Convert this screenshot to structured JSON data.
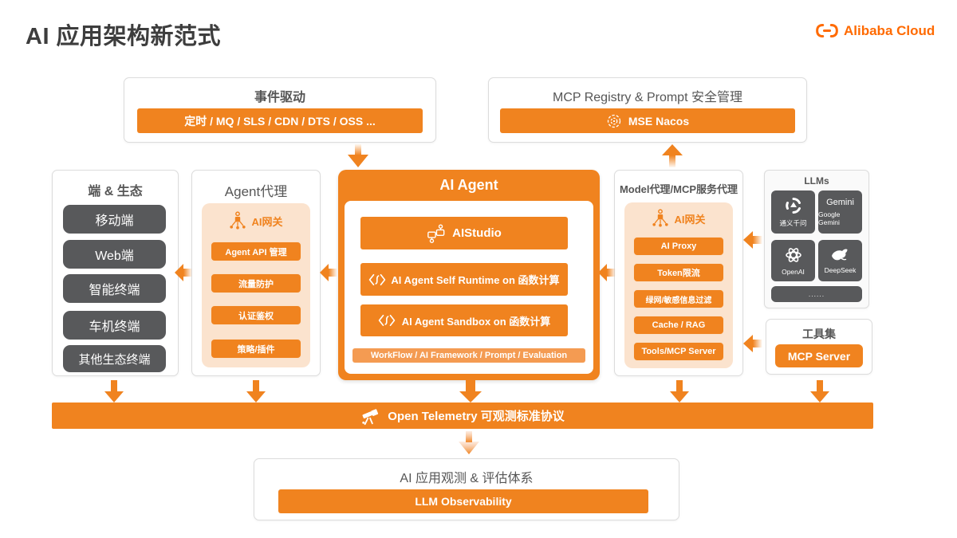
{
  "colors": {
    "orange": "#F0831F",
    "orange_light": "#F49B52",
    "peach_panel": "#FBE3CE",
    "dark_tile": "#58595B",
    "logo_orange": "#FF6A00",
    "title_text": "#3D3D3D",
    "box_border": "#DCDCDC"
  },
  "header": {
    "title": "AI 应用架构新范式",
    "logo": "Alibaba Cloud"
  },
  "event_driven": {
    "title": "事件驱动",
    "bar": "定时 / MQ / SLS / CDN / DTS / OSS ..."
  },
  "mcp_registry": {
    "title": "MCP Registry & Prompt 安全管理",
    "bar": "MSE Nacos"
  },
  "clients": {
    "title": "端 & 生态",
    "items": [
      "移动端",
      "Web端",
      "智能终端",
      "车机终端",
      "其他生态终端"
    ]
  },
  "agent_proxy": {
    "title": "Agent代理",
    "gateway": "AI网关",
    "items": [
      "Agent API 管理",
      "流量防护",
      "认证鉴权",
      "策略/插件"
    ]
  },
  "ai_agent": {
    "title": "AI Agent",
    "studio": "AIStudio",
    "runtime": "AI Agent Self Runtime on 函数计算",
    "sandbox": "AI Agent Sandbox on 函数计算",
    "footer": "WorkFlow / AI Framework / Prompt / Evaluation"
  },
  "model_proxy": {
    "title": "Model代理/MCP服务代理",
    "gateway": "AI网关",
    "items": [
      "AI Proxy",
      "Token限流",
      "绿网/敏感信息过滤",
      "Cache / RAG",
      "Tools/MCP Server"
    ]
  },
  "llms": {
    "title": "LLMs",
    "tiles": [
      {
        "label": "通义千问"
      },
      {
        "logo": "Gemini",
        "label": "Google Gemini"
      },
      {
        "label": "OpenAI"
      },
      {
        "label": "DeepSeek"
      }
    ],
    "more": "......"
  },
  "toolset": {
    "title": "工具集",
    "bar": "MCP Server"
  },
  "telemetry": {
    "bar": "Open Telemetry 可观测标准协议"
  },
  "observability": {
    "title": "AI 应用观测 & 评估体系",
    "bar": "LLM Observability"
  }
}
